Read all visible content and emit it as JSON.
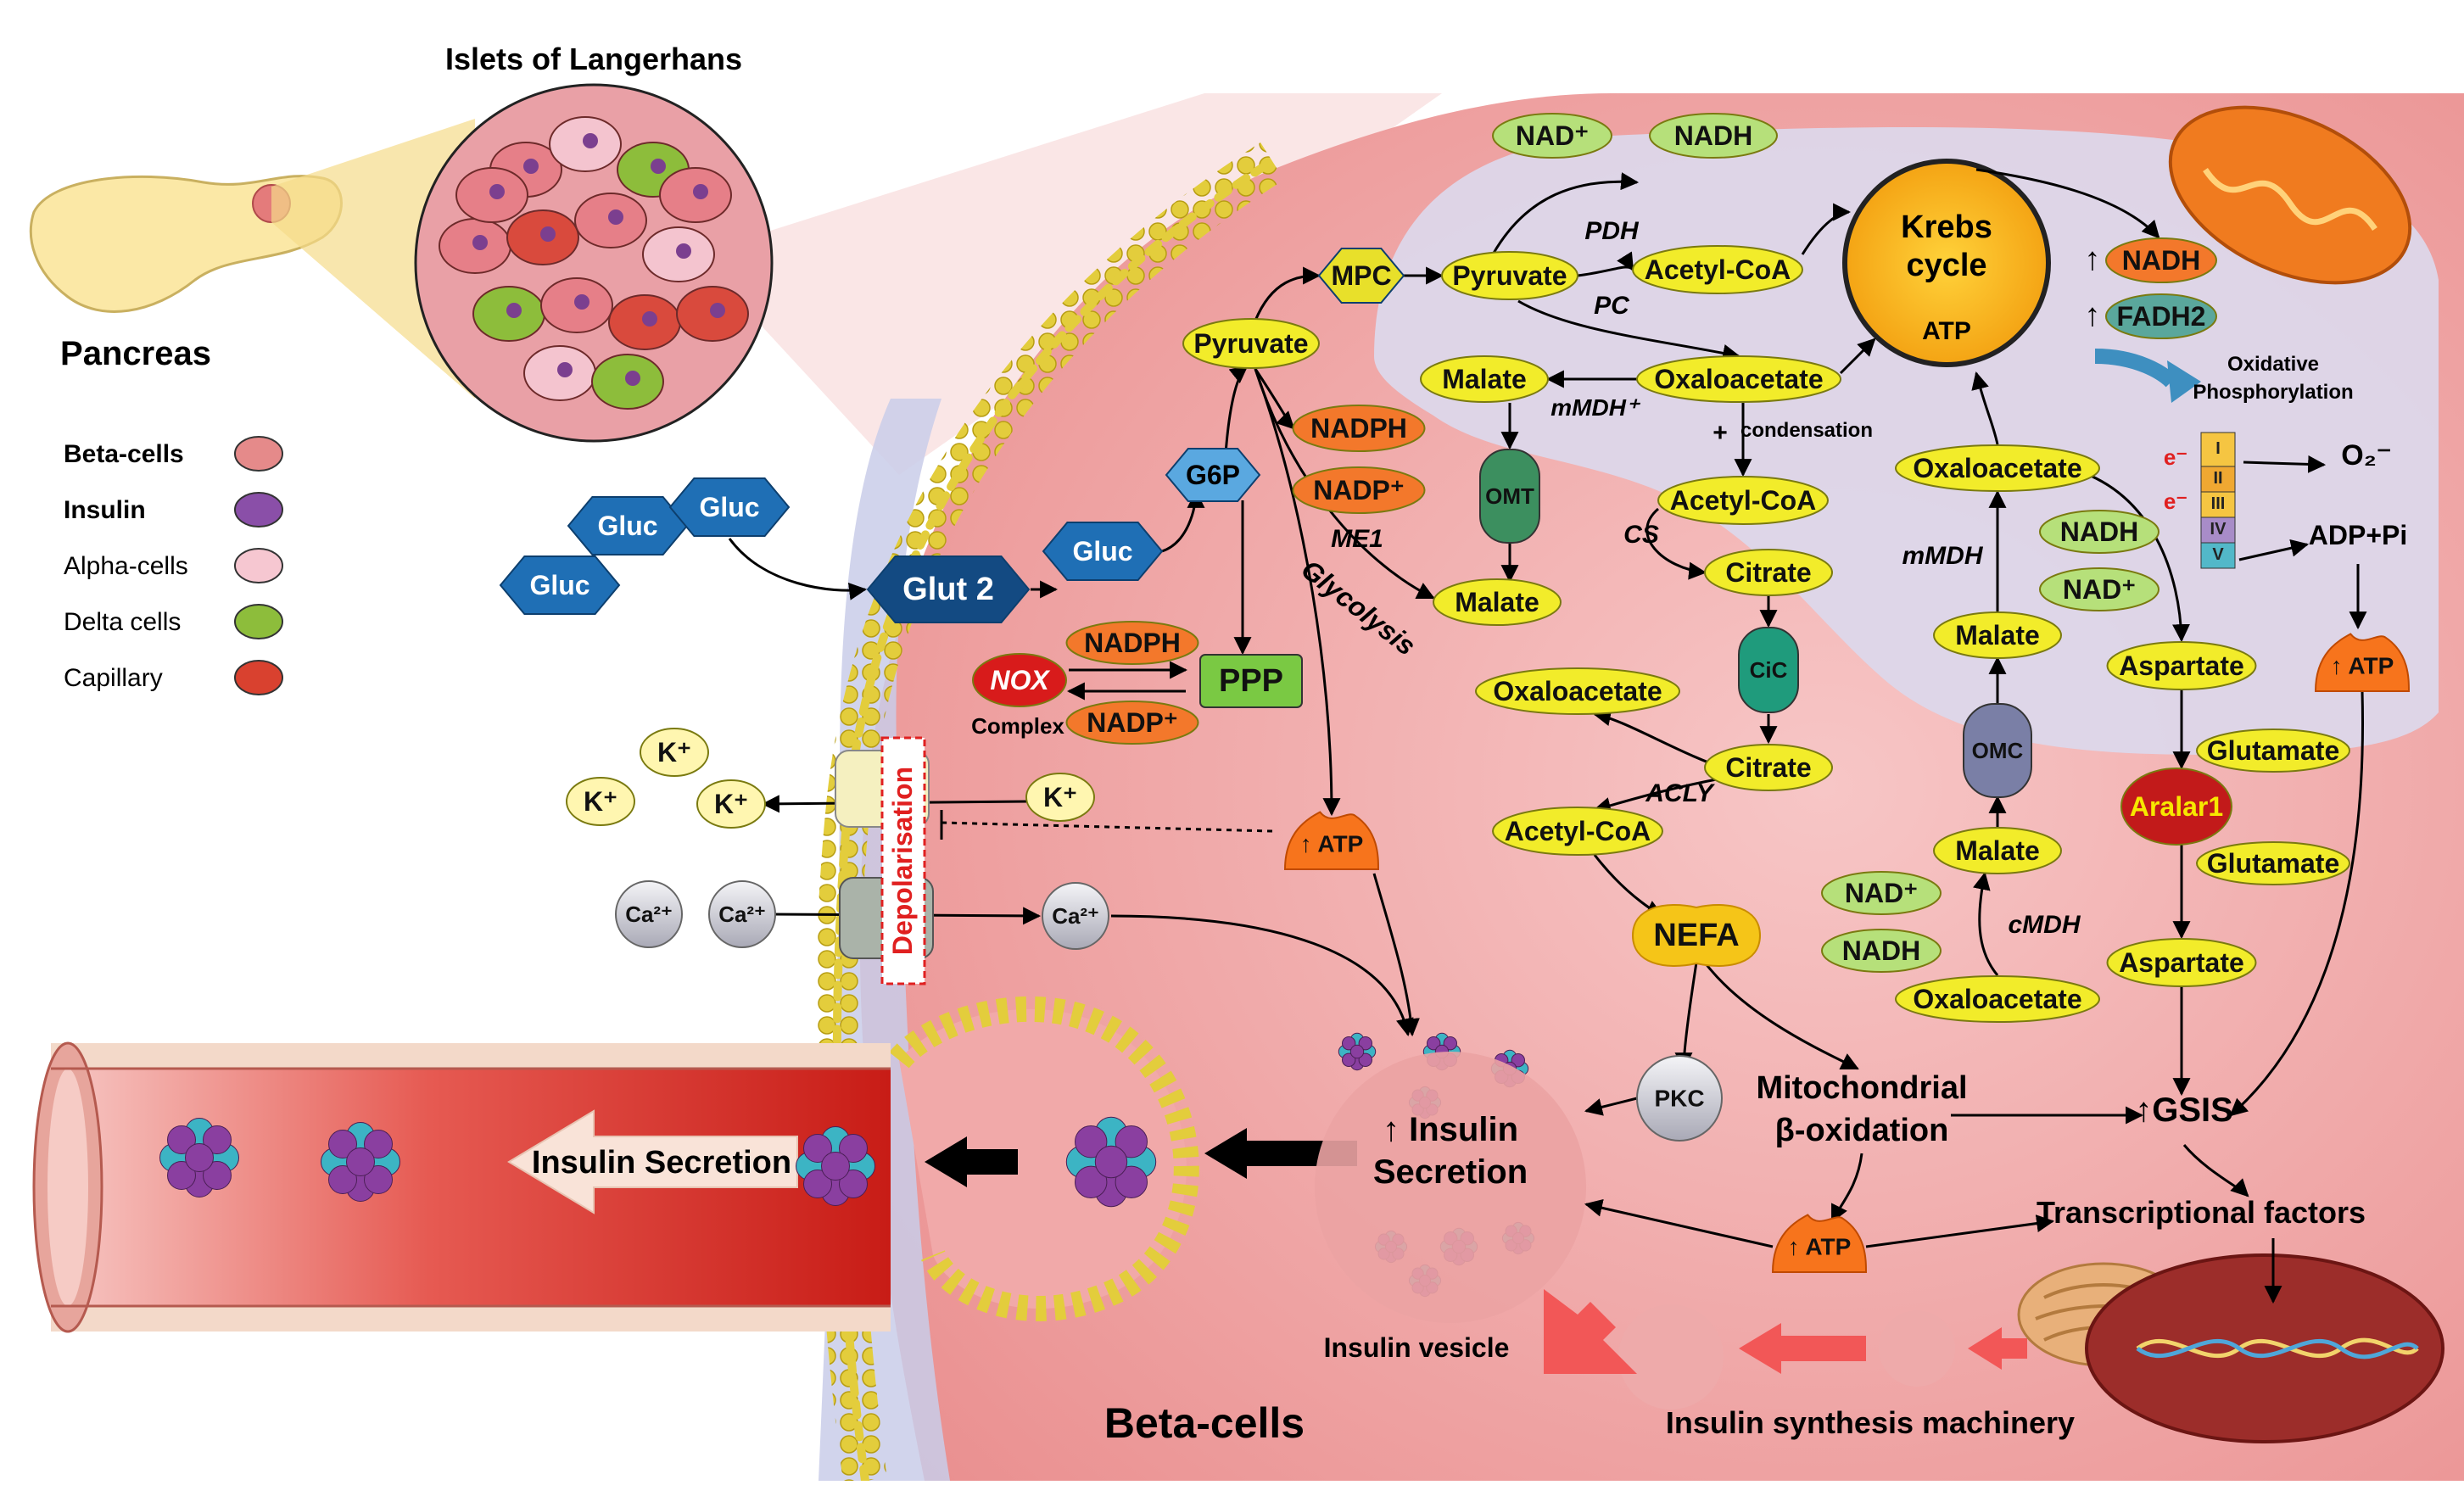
{
  "panel_titles": {
    "islets": "Islets of Langerhans",
    "pancreas": "Pancreas",
    "beta_cells": "Beta-cells"
  },
  "legend": [
    {
      "label": "Beta-cells",
      "bold": true,
      "color": "#e58a8a"
    },
    {
      "label": "Insulin",
      "bold": true,
      "color": "#8a4fa8"
    },
    {
      "label": "Alpha-cells",
      "bold": false,
      "color": "#f6c7d1"
    },
    {
      "label": "Delta cells",
      "bold": false,
      "color": "#8dbd3b"
    },
    {
      "label": "Capillary",
      "bold": false,
      "color": "#d9412f"
    }
  ],
  "membrane": {
    "gluc": [
      "Gluc",
      "Gluc",
      "Gluc",
      "Gluc"
    ],
    "glut2": "Glut 2",
    "k_ions": [
      "K⁺",
      "K⁺",
      "K⁺",
      "K⁺"
    ],
    "ca_ions": [
      "Ca²⁺",
      "Ca²⁺",
      "Ca²⁺"
    ],
    "depolarisation": "Depolarisation"
  },
  "cytosol": {
    "g6p": "G6P",
    "pyruvate": "Pyruvate",
    "mpc": "MPC",
    "nadph_top": "NADPH",
    "nadp_top": "NADP⁺",
    "me1": "ME1",
    "glycolysis": "Glycolysis",
    "nox": "NOX",
    "nox_complex": "Complex",
    "nadph_nox": "NADPH",
    "nadp_nox": "NADP⁺",
    "ppp": "PPP",
    "atp_cyto": "↑ ATP",
    "oxaloacetate_acly": "Oxaloacetate",
    "citrate_out": "Citrate",
    "acly": "ACLY",
    "acetylcoa_out": "Acetyl-CoA",
    "nefa": "NEFA",
    "pkc": "PKC",
    "mito_beta_ox": [
      "Mitochondrial",
      "β-oxidation"
    ],
    "atp_beta": "↑ ATP",
    "gsis": "↑GSIS",
    "transcription": "Transcriptional factors",
    "insulin_secretion_cell": [
      "↑ Insulin",
      "Secretion"
    ],
    "insulin_vesicle": "Insulin vesicle",
    "insulin_synthesis": "Insulin synthesis machinery",
    "malate_cyto": "Malate",
    "nad_cmdh": "NAD⁺",
    "nadh_cmdh": "NADH",
    "cmdh": "cMDH",
    "oxaloacetate_cmdh": "Oxaloacetate",
    "aralar": "Aralar1",
    "glutamate_in": "Glutamate",
    "glutamate_out": "Glutamate",
    "aspartate_cyto": "Aspartate"
  },
  "mitochondria": {
    "nad_pdh": "NAD⁺",
    "nadh_pdh": "NADH",
    "pdh": "PDH",
    "pc": "PC",
    "pyruvate_m": "Pyruvate",
    "acetylcoa_m": "Acetyl-CoA",
    "krebs": [
      "Krebs",
      "cycle"
    ],
    "krebs_atp": "ATP",
    "nadh_up": "NADH",
    "fadh2_up": "FADH2",
    "up_arrow": "↑",
    "oxphos": [
      "Oxidative",
      "Phosphorylation"
    ],
    "superoxide": "O₂⁻",
    "e_minus": "e⁻",
    "complexes": [
      "I",
      "II",
      "III",
      "IV",
      "V"
    ],
    "adp_pi": "ADP+Pi",
    "atp_ox": "↑ ATP",
    "malate_omt": "Malate",
    "oxaloacetate_m": "Oxaloacetate",
    "mmdh_plus": "mMDH⁺",
    "condensation": "condensation",
    "plus": "+",
    "acetylcoa_cs": "Acetyl-CoA",
    "cs": "CS",
    "citrate_m": "Citrate",
    "omt": "OMT",
    "malate_low": "Malate",
    "cic": "CiC",
    "citrate_below": "Citrate",
    "oxaloacetate_right": "Oxaloacetate",
    "mmdh": "mMDH",
    "nadh_mmdh": "NADH",
    "nad_mmdh": "NAD⁺",
    "malate_omc": "Malate",
    "omc": "OMC",
    "aspartate_m": "Aspartate"
  },
  "vessel": {
    "insulin_secretion": "Insulin Secretion"
  },
  "colors": {
    "yellow_pill": "#f2ec2a",
    "green_pill": "#b6e07a",
    "orange_pill": "#f3782b",
    "blue_hex": "#1f6fb5",
    "mito_matrix": "#dcd7ea",
    "cytosol": "#f1b3b3",
    "membrane": "#e3cd3c",
    "vessel_red": "#d9271f"
  }
}
